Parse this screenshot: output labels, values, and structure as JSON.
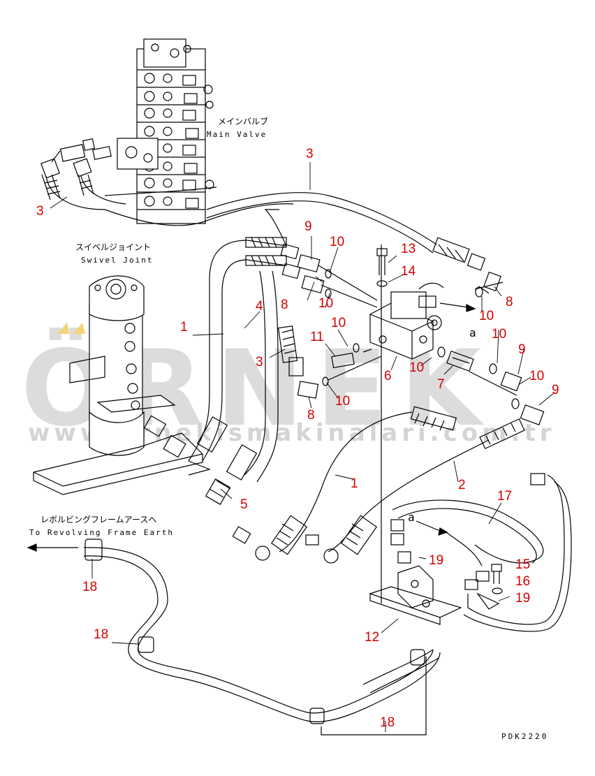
{
  "labels": {
    "main_valve_jp": "メインバルブ",
    "main_valve_en": "Main Valve",
    "swivel_jp": "スイベルジョイント",
    "swivel_en": "Swivel Joint",
    "earth_jp": "レボルビングフレームアースへ",
    "earth_en": "To Revolving Frame Earth",
    "ref_a": "a",
    "drawing_code": "PDK2220"
  },
  "watermark": {
    "brand": "ÖRNEK",
    "url": "www.ornekismakinalari.com.tr"
  },
  "callouts": [
    "1",
    "1",
    "1",
    "2",
    "3",
    "3",
    "3",
    "4",
    "5",
    "6",
    "7",
    "8",
    "8",
    "8",
    "9",
    "9",
    "9",
    "10",
    "10",
    "10",
    "10",
    "10",
    "10",
    "10",
    "10",
    "10",
    "11",
    "12",
    "13",
    "14",
    "15",
    "16",
    "17",
    "18",
    "18",
    "18",
    "19",
    "19"
  ],
  "colors": {
    "callout": "#d40000",
    "linework": "#000000",
    "watermark": "#d9d9d9",
    "accent_triangle": "#f2d37a"
  }
}
